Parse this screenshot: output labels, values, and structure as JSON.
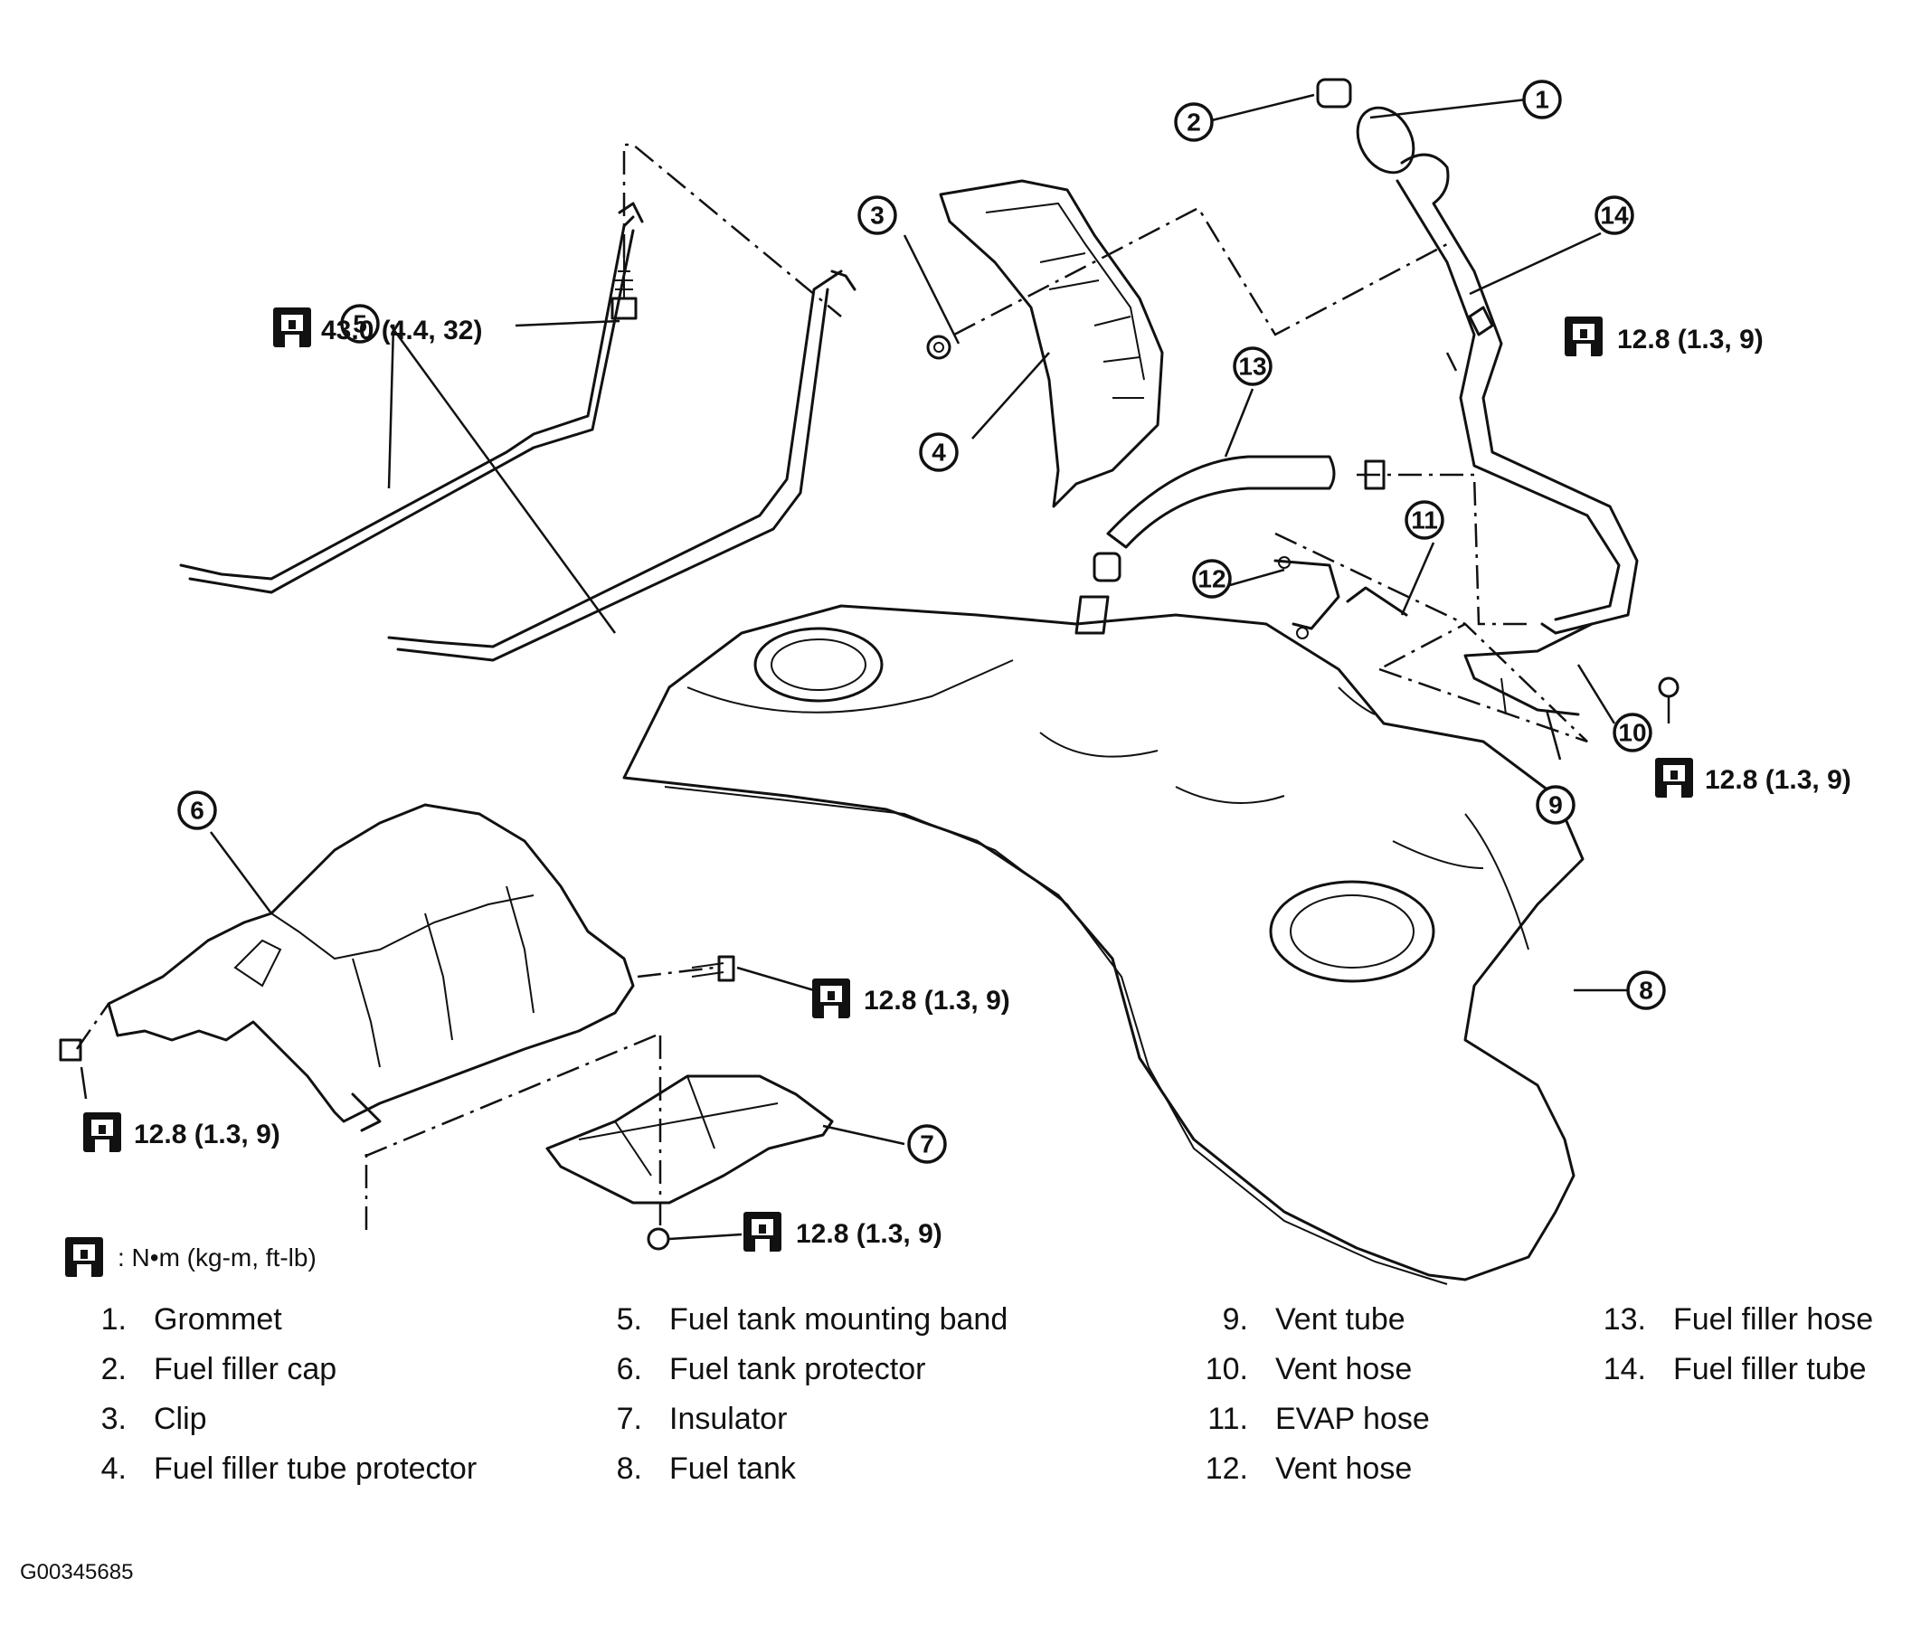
{
  "torque_labels": {
    "band_bolt": "43.0 (4.4, 32)",
    "filler_tube_nut": "12.8 (1.3, 9)",
    "vent_nut": "12.8 (1.3, 9)",
    "protector_bolt": "12.8 (1.3, 9)",
    "protector_nut": "12.8 (1.3, 9)",
    "insulator_nut": "12.8 (1.3, 9)"
  },
  "torque_legend": ": N•m (kg-m, ft-lb)",
  "callouts": [
    "1",
    "2",
    "3",
    "4",
    "5",
    "6",
    "7",
    "8",
    "9",
    "10",
    "11",
    "12",
    "13",
    "14"
  ],
  "parts": [
    {
      "num": "1.",
      "name": "Grommet"
    },
    {
      "num": "2.",
      "name": "Fuel filler cap"
    },
    {
      "num": "3.",
      "name": "Clip"
    },
    {
      "num": "4.",
      "name": "Fuel filler tube protector"
    },
    {
      "num": "5.",
      "name": "Fuel tank mounting band"
    },
    {
      "num": "6.",
      "name": "Fuel tank protector"
    },
    {
      "num": "7.",
      "name": "Insulator"
    },
    {
      "num": "8.",
      "name": "Fuel tank"
    },
    {
      "num": "9.",
      "name": "Vent tube"
    },
    {
      "num": "10.",
      "name": "Vent hose"
    },
    {
      "num": "11.",
      "name": "EVAP hose"
    },
    {
      "num": "12.",
      "name": "Vent hose"
    },
    {
      "num": "13.",
      "name": "Fuel filler hose"
    },
    {
      "num": "14.",
      "name": "Fuel filler tube"
    }
  ],
  "image_id": "G00345685",
  "icons": {
    "torque": "torque-wrench-icon"
  }
}
